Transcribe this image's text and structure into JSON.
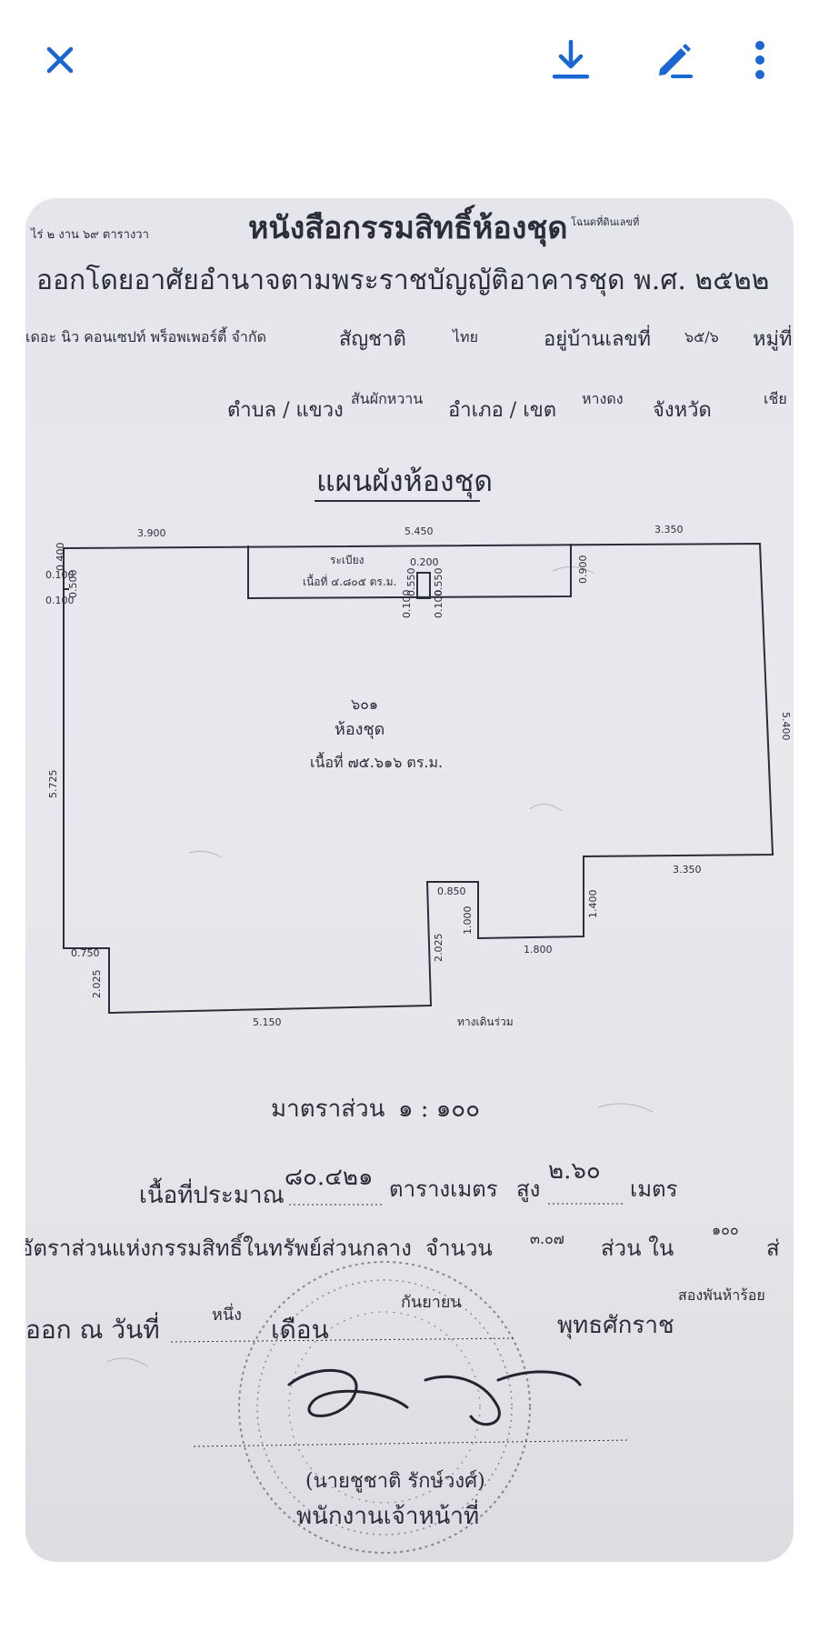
{
  "toolbar": {
    "close_icon": "close-icon",
    "download_icon": "download-icon",
    "edit_icon": "edit-icon",
    "more_icon": "more-vert-icon",
    "accent": "#1a66d2"
  },
  "document": {
    "header_left": "ไร่ ๒ งาน ๖๙ ตารางวา",
    "header_right": "โฉนดที่ดินเลขที่",
    "title": "หนังสือกรรมสิทธิ์ห้องชุด",
    "subtitle": "ออกโดยอาศัยอำนาจตามพระราชบัญญัติอาคารชุด พ.ศ. ๒๕๒๒",
    "owner_line": "เดอะ นิว คอนเซปท์ พร็อพเพอร์ตี้ จำกัด",
    "nationality_label": "สัญชาติ",
    "nationality": "ไทย",
    "address_label": "อยู่บ้านเลขที่",
    "address_no": "๖๕/๖",
    "moo_label": "หมู่ที่",
    "tambon_label": "ตำบล / แขวง",
    "tambon": "สันผักหวาน",
    "amphoe_label": "อำเภอ / เขต",
    "amphoe": "หางดง",
    "province_label": "จังหวัด",
    "province": "เชีย",
    "plan_title": "แผนผังห้องชุด",
    "balcony_label": "ระเบียง",
    "balcony_area": "เนื้อที่ ๔.๘๐๕ ตร.ม.",
    "unit_no": "๖๐๑",
    "unit_label": "ห้องชุด",
    "unit_area": "เนื้อที่ ๗๕.๖๑๖ ตร.ม.",
    "walkway_label": "ทางเดินร่วม",
    "dims": {
      "top_left": "3.900",
      "top_mid": "5.450",
      "top_right": "3.350",
      "small_a": "0.400",
      "small_b": "0.100",
      "small_c": "0.500",
      "small_d": "0.100",
      "bal_a": "0.200",
      "bal_b": "0.550",
      "bal_c": "0.550",
      "bal_d": "0.100",
      "bal_e": "0.100",
      "bal_right": "0.900",
      "right_side": "5.400",
      "left_side": "5.725",
      "right_step": "3.350",
      "notch_top": "0.850",
      "notch_depth": "1.000",
      "notch_right": "1.400",
      "notch_bottom": "1.800",
      "notch_left": "2.025",
      "left_step": "0.750",
      "left_step_side": "2.025",
      "bottom": "5.150"
    },
    "scale_label": "มาตราส่วน",
    "scale_value": "๑ : ๑๐๐",
    "area_label": "เนื้อที่ประมาณ",
    "area_value": "๘๐.๔๒๑",
    "area_unit": "ตารางเมตร",
    "height_label": "สูง",
    "height_value": "๒.๖๐",
    "height_unit": "เมตร",
    "ratio_label": "อัตราส่วนแห่งกรรมสิทธิ์ในทรัพย์ส่วนกลาง",
    "ratio_count_label": "จำนวน",
    "ratio_value": "๓.๐๗",
    "ratio_part": "ส่วน ใน",
    "ratio_total": "๑๐๐",
    "ratio_end": "ส่",
    "issue_label": "ออก ณ วันที่",
    "issue_day": "หนึ่ง",
    "month_label": "เดือน",
    "issue_month": "กันยายน",
    "era_label": "พุทธศักราช",
    "issue_year": "สองพันห้าร้อย",
    "officer_name": "(นายชูชาติ  รักษ์วงศ์)",
    "officer_title": "พนักงานเจ้าหน้าที่"
  }
}
